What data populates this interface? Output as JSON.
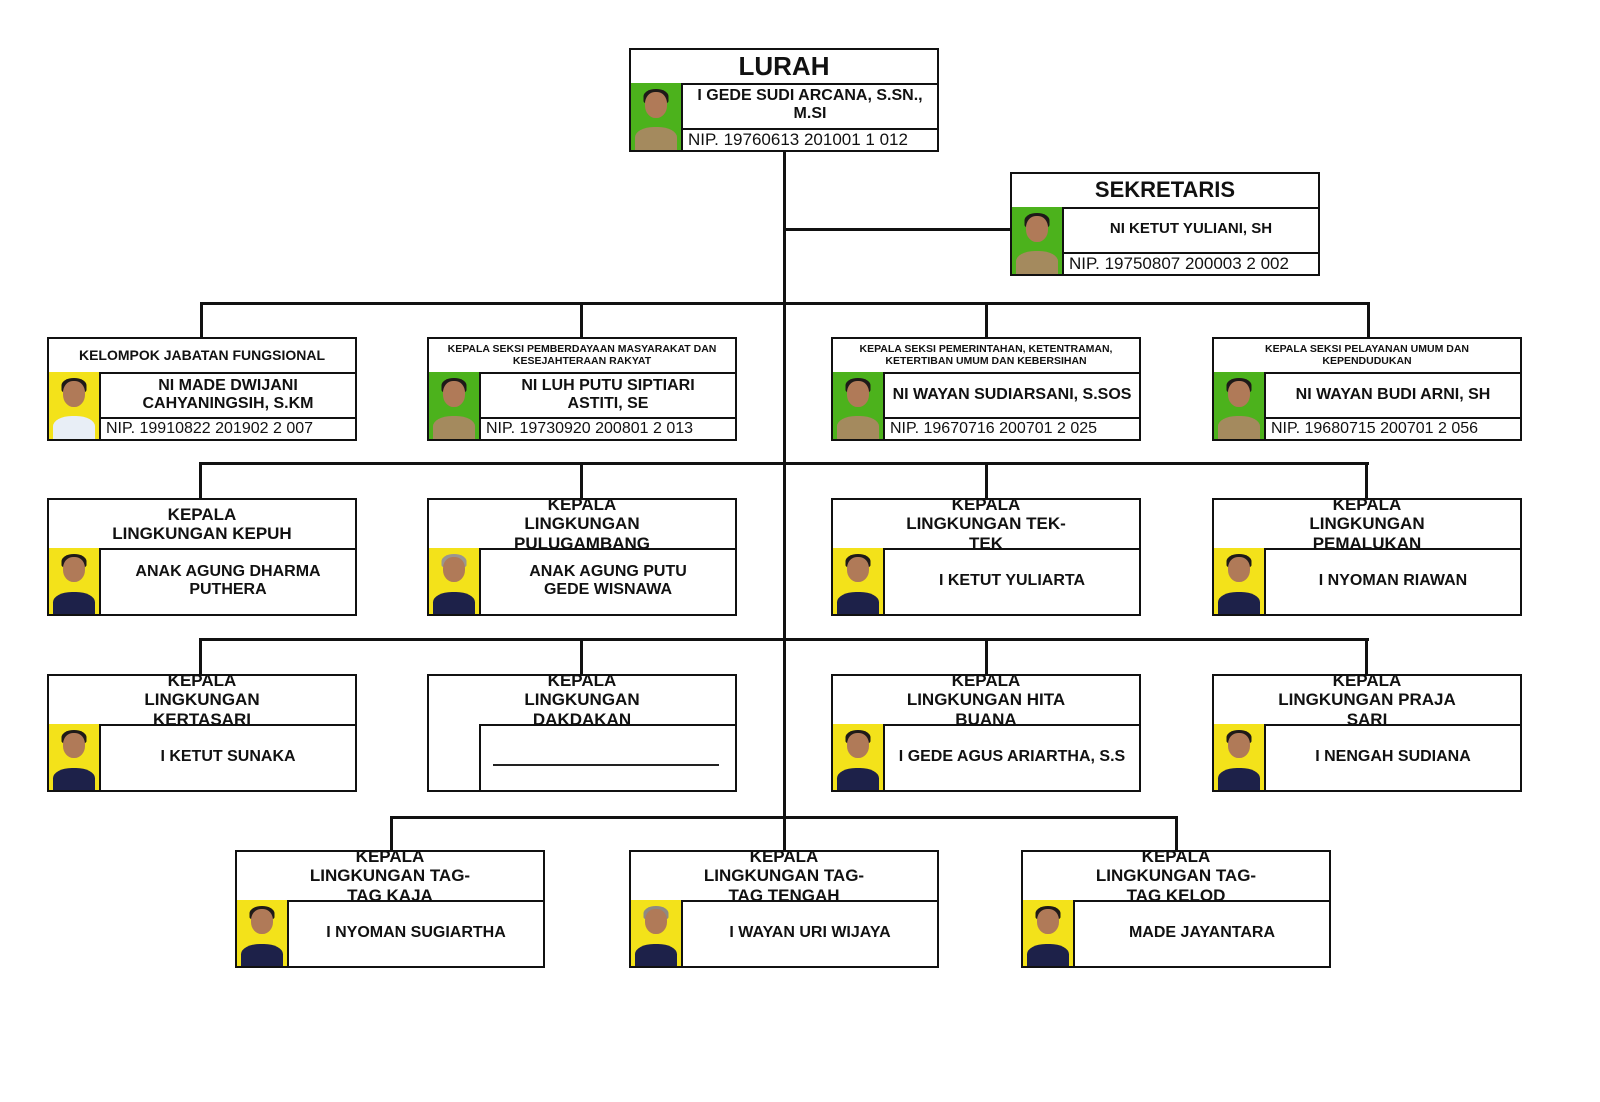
{
  "lurah": {
    "title": "LURAH",
    "name": "I GEDE SUDI ARCANA, S.SN., M.SI",
    "nip": "NIP.  19760613 201001 1 012",
    "photo_bg": "green"
  },
  "sekretaris": {
    "title": "SEKRETARIS",
    "name": "NI KETUT YULIANI, SH",
    "nip": "NIP.  19750807 200003 2 002",
    "photo_bg": "green"
  },
  "row1": [
    {
      "title": "KELOMPOK JABATAN FUNGSIONAL",
      "name": "NI MADE DWIJANI CAHYANINGSIH, S.KM",
      "nip": "NIP.  19910822 201902 2 007",
      "photo_bg": "yellow"
    },
    {
      "title": "KEPALA SEKSI PEMBERDAYAAN MASYARAKAT DAN KESEJAHTERAAN RAKYAT",
      "name": "NI LUH PUTU SIPTIARI ASTITI, SE",
      "nip": "NIP.  19730920 200801 2 013",
      "photo_bg": "green"
    },
    {
      "title": "KEPALA SEKSI PEMERINTAHAN, KETENTRAMAN, KETERTIBAN UMUM DAN KEBERSIHAN",
      "name": "NI WAYAN SUDIARSANI, S.SOS",
      "nip": "NIP.  19670716 200701 2 025",
      "photo_bg": "green"
    },
    {
      "title": "KEPALA SEKSI PELAYANAN UMUM DAN KEPENDUDUKAN",
      "name": "NI WAYAN BUDI ARNI, SH",
      "nip": "NIP.  19680715 200701 2 056",
      "photo_bg": "green"
    }
  ],
  "row2": [
    {
      "title": "KEPALA LINGKUNGAN KEPUH",
      "name": "ANAK AGUNG DHARMA PUTHERA"
    },
    {
      "title": "KEPALA LINGKUNGAN PULUGAMBANG",
      "name": "ANAK AGUNG PUTU GEDE WISNAWA"
    },
    {
      "title": "KEPALA LINGKUNGAN TEK-TEK",
      "name": "I KETUT YULIARTA"
    },
    {
      "title": "KEPALA LINGKUNGAN PEMALUKAN",
      "name": "I NYOMAN RIAWAN"
    }
  ],
  "row3": [
    {
      "title": "KEPALA LINGKUNGAN KERTASARI",
      "name": "I KETUT SUNAKA"
    },
    {
      "title": "KEPALA LINGKUNGAN DAKDAKAN",
      "name": "",
      "vacant": true
    },
    {
      "title": "KEPALA LINGKUNGAN HITA BUANA",
      "name": "I GEDE AGUS ARIARTHA, S.S"
    },
    {
      "title": "KEPALA LINGKUNGAN PRAJA SARI",
      "name": "I NENGAH SUDIANA"
    }
  ],
  "row4": [
    {
      "title": "KEPALA LINGKUNGAN TAG-TAG KAJA",
      "name": "I NYOMAN SUGIARTHA"
    },
    {
      "title": "KEPALA LINGKUNGAN TAG-TAG TENGAH",
      "name": "I WAYAN URI WIJAYA"
    },
    {
      "title": "KEPALA LINGKUNGAN TAG-TAG KELOD",
      "name": "MADE JAYANTARA"
    }
  ],
  "colors": {
    "line": "#111111",
    "photo_green": "#4cb21c",
    "photo_yellow": "#f3e21a"
  }
}
